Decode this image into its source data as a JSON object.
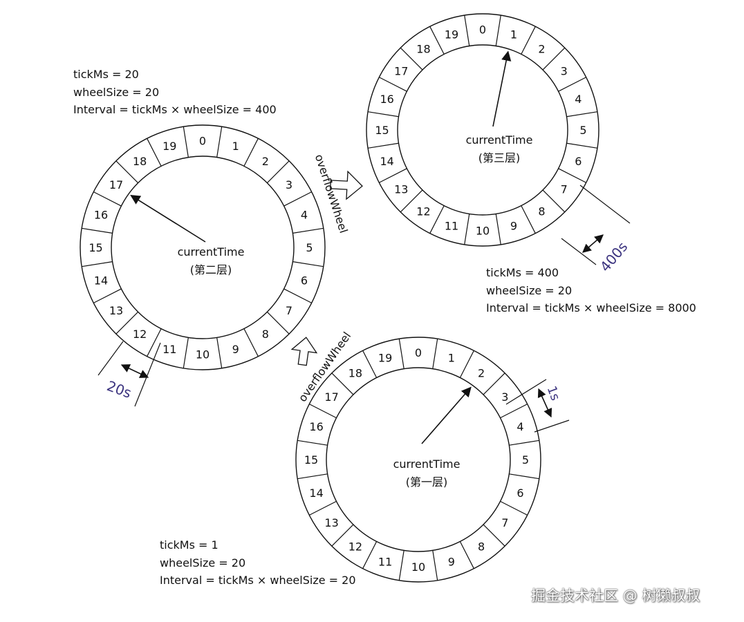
{
  "wheels": [
    {
      "id": "wheel-layer2",
      "center_label": "currentTime",
      "layer_label": "(第二层)",
      "slots": [
        "0",
        "1",
        "2",
        "3",
        "4",
        "5",
        "6",
        "7",
        "8",
        "9",
        "10",
        "11",
        "12",
        "13",
        "14",
        "15",
        "16",
        "17",
        "18",
        "19"
      ],
      "pointer_slot": "17",
      "params": [
        "tickMs = 20",
        "wheelSize = 20",
        "Interval = tickMs × wheelSize = 400"
      ],
      "tick_span_label": "20s"
    },
    {
      "id": "wheel-layer3",
      "center_label": "currentTime",
      "layer_label": "(第三层)",
      "slots": [
        "0",
        "1",
        "2",
        "3",
        "4",
        "5",
        "6",
        "7",
        "8",
        "9",
        "10",
        "11",
        "12",
        "13",
        "14",
        "15",
        "16",
        "17",
        "18",
        "19"
      ],
      "pointer_slot": "1",
      "params": [
        "tickMs = 400",
        "wheelSize = 20",
        "Interval = tickMs × wheelSize = 8000"
      ],
      "tick_span_label": "400s"
    },
    {
      "id": "wheel-layer1",
      "center_label": "currentTime",
      "layer_label": "(第一层)",
      "slots": [
        "0",
        "1",
        "2",
        "3",
        "4",
        "5",
        "6",
        "7",
        "8",
        "9",
        "10",
        "11",
        "12",
        "13",
        "14",
        "15",
        "16",
        "17",
        "18",
        "19"
      ],
      "pointer_slot": "2",
      "params": [
        "tickMs = 1",
        "wheelSize = 20",
        "Interval = tickMs × wheelSize = 20"
      ],
      "tick_span_label": "1s"
    }
  ],
  "overflow_label_top": "overflowWheel",
  "overflow_label_bottom": "overflowWheel",
  "watermark": "掘金技术社区 @ 树獭叔叔",
  "colors": {
    "stroke": "#111111",
    "span_label": "#3d3580",
    "arrow_fill": "#ffffff"
  }
}
